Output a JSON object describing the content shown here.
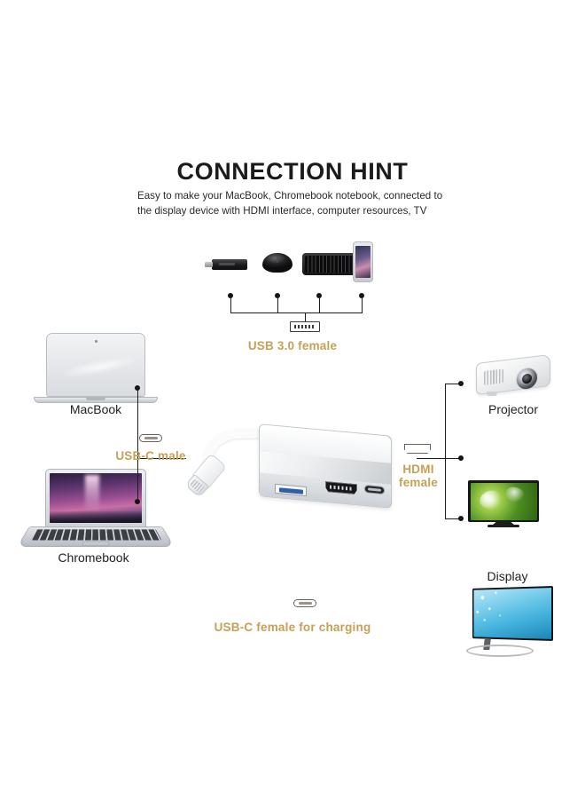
{
  "header": {
    "title": "CONNECTION HINT",
    "subtitle": "Easy to make your MacBook, Chromebook notebook, connected to the display device with HDMI interface, computer resources, TV"
  },
  "labels": {
    "usb3_female": "USB 3.0 female",
    "usbc_male": "USB-C male",
    "hdmi_female_line1": "HDMI",
    "hdmi_female_line2": "female",
    "usbc_charging": "USB-C female for charging"
  },
  "sources": [
    {
      "name": "MacBook",
      "label": "MacBook"
    },
    {
      "name": "Chromebook",
      "label": "Chromebook"
    }
  ],
  "outputs": [
    {
      "name": "Projector",
      "label": "Projector"
    },
    {
      "name": "TV",
      "label": ""
    },
    {
      "name": "Display",
      "label": "Display"
    }
  ],
  "peripherals": [
    {
      "name": "usb-flash-drive"
    },
    {
      "name": "wireless-mouse"
    },
    {
      "name": "keyboard"
    },
    {
      "name": "smartphone"
    }
  ],
  "adapter": {
    "ports": [
      "USB 3.0",
      "HDMI",
      "USB-C"
    ]
  },
  "colors": {
    "gold": "#c7a055",
    "text_dark": "#222222",
    "line": "#1d1d1d",
    "background": "#ffffff",
    "usb_blue": "#2f5fa8"
  }
}
